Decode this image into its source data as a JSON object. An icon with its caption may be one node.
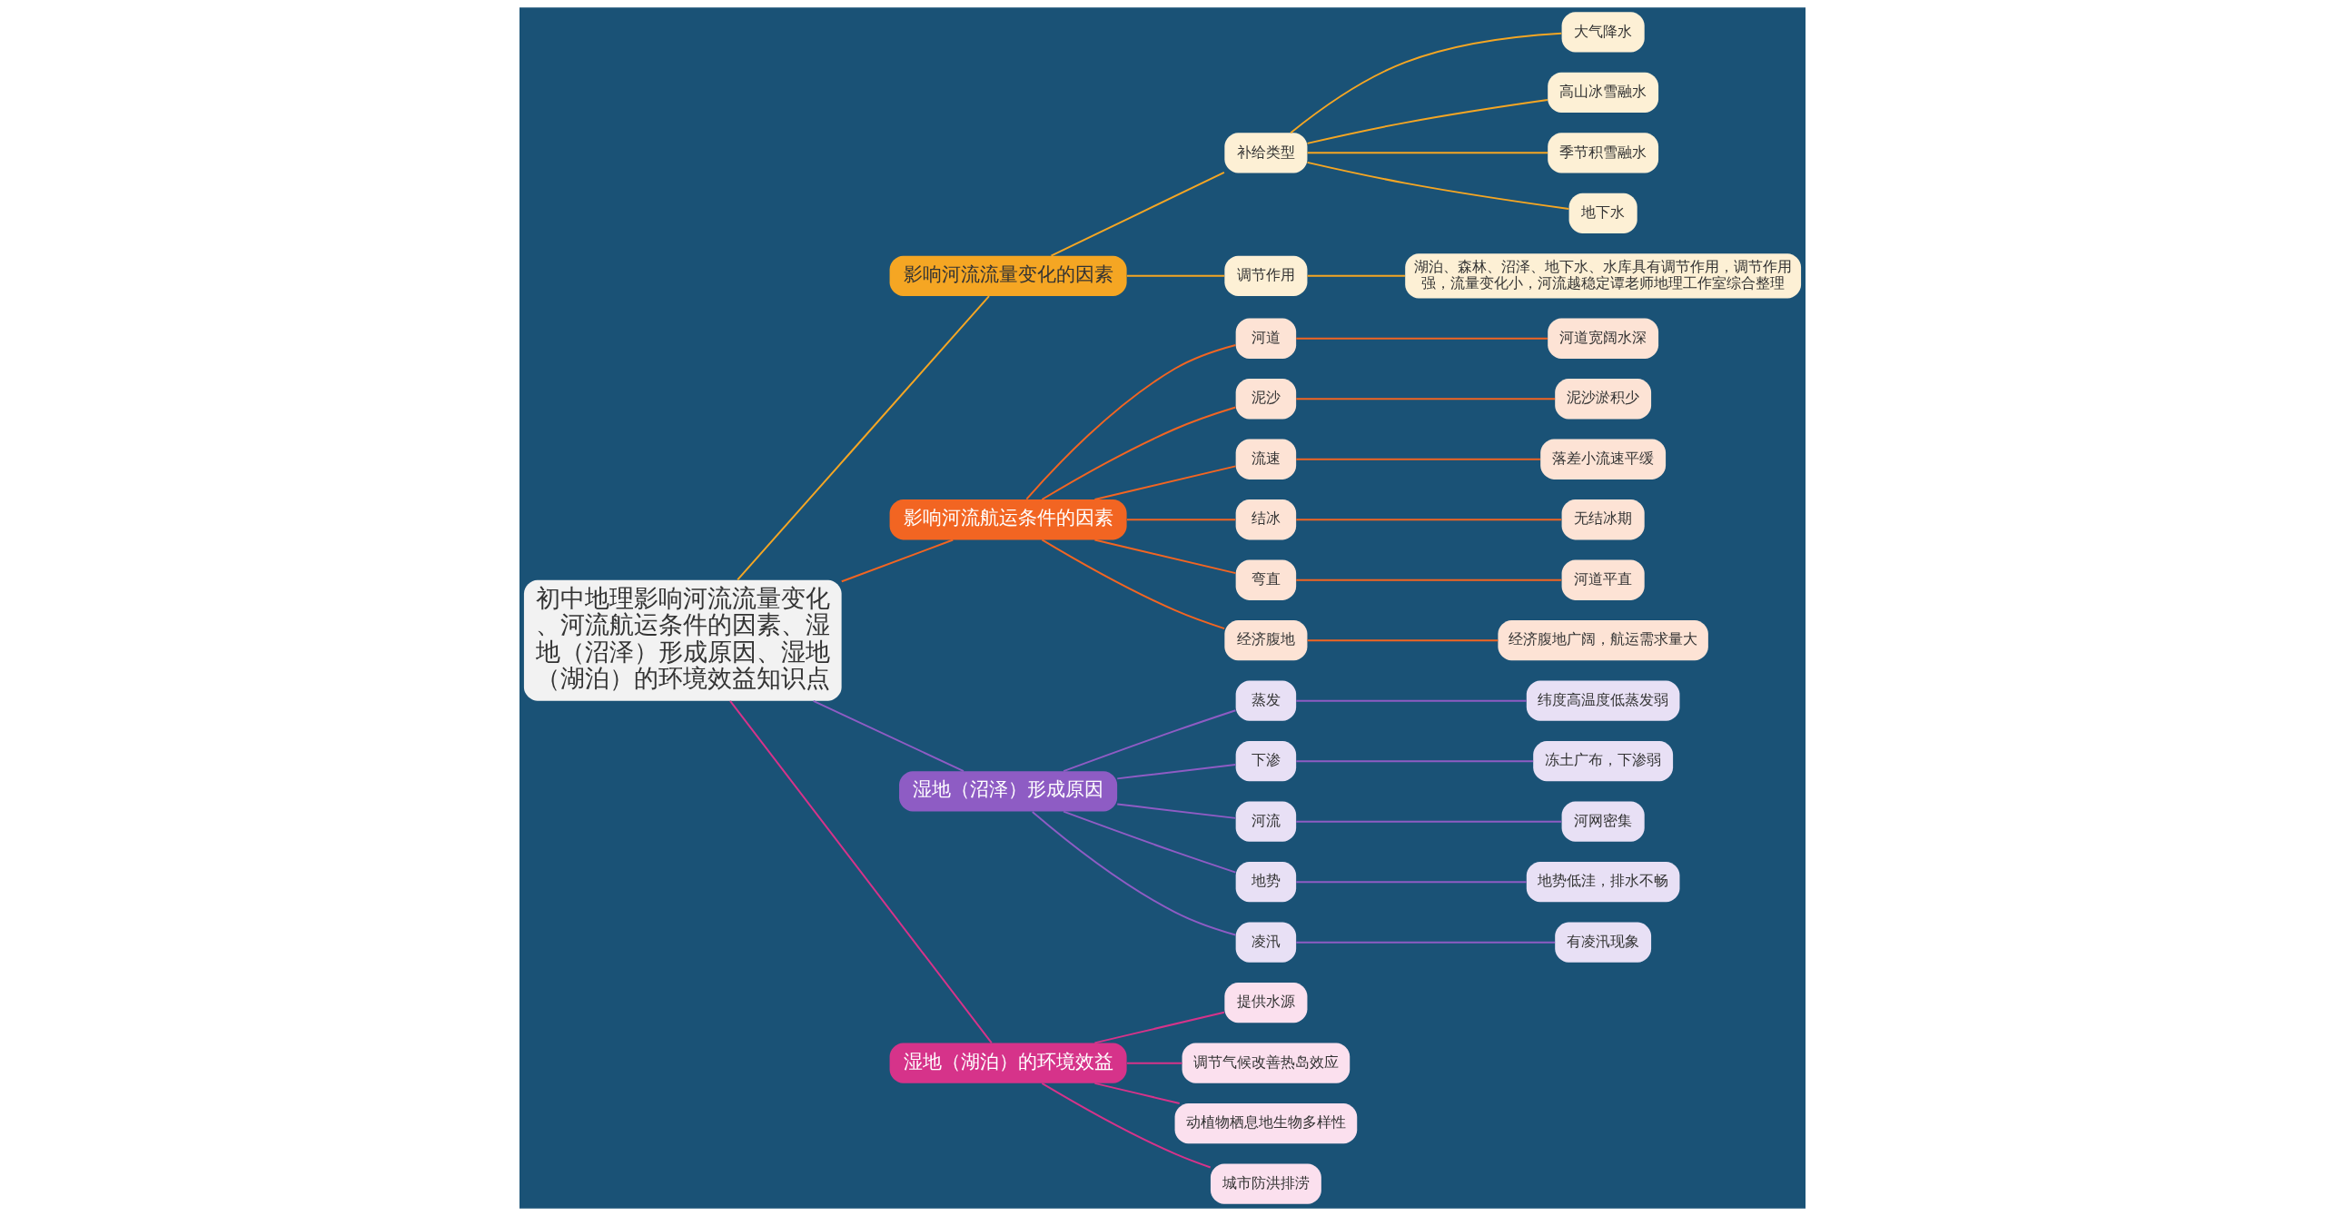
{
  "diagram": {
    "nodes": [
      {
        "text": [
          "初中地理影响河流流量变化、河流航运条件的因素、湿地（沼泽）形成原因、湿地（湖泊）的环境效益知识点"
        ]
      },
      {
        "text": [
          "影响河流流量变化的因素"
        ]
      },
      {
        "text": [
          "补给类型"
        ]
      },
      {
        "text": [
          "大气降水"
        ]
      },
      {
        "text": [
          "高山冰雪融水"
        ]
      },
      {
        "text": [
          "季节积雪融水"
        ]
      },
      {
        "text": [
          "地下水"
        ]
      },
      {
        "text": [
          "调节作用"
        ]
      },
      {
        "text": [
          "湖泊、森林、沼泽、地下水、水库具有调节作用，调节作用强，流量变化小，河流越稳定谭老师地理工作室综合整理"
        ]
      },
      {
        "text": [
          "影响河流航运条件的因素"
        ]
      },
      {
        "text": [
          "河道"
        ]
      },
      {
        "text": [
          "河道宽阔水深"
        ]
      },
      {
        "text": [
          "泥沙"
        ]
      },
      {
        "text": [
          "泥沙淤积少"
        ]
      },
      {
        "text": [
          "流速"
        ]
      },
      {
        "text": [
          "落差小流速平缓"
        ]
      },
      {
        "text": [
          "结冰"
        ]
      },
      {
        "text": [
          "无结冰期"
        ]
      },
      {
        "text": [
          "弯直"
        ]
      },
      {
        "text": [
          "河道平直"
        ]
      },
      {
        "text": [
          "经济腹地"
        ]
      },
      {
        "text": [
          "经济腹地广阔，航运需求量大"
        ]
      },
      {
        "text": [
          "湿地（沼泽）形成原因"
        ]
      },
      {
        "text": [
          "蒸发"
        ]
      },
      {
        "text": [
          "纬度高温度低蒸发弱"
        ]
      },
      {
        "text": [
          "下渗"
        ]
      },
      {
        "text": [
          "冻土广布，下渗弱"
        ]
      },
      {
        "text": [
          "河流"
        ]
      },
      {
        "text": [
          "河网密集"
        ]
      },
      {
        "text": [
          "地势"
        ]
      },
      {
        "text": [
          "地势低洼，排水不畅"
        ]
      },
      {
        "text": [
          "凌汛"
        ]
      },
      {
        "text": [
          "有凌汛现象"
        ]
      },
      {
        "text": [
          "湿地（湖泊）的环境效益"
        ]
      },
      {
        "text": [
          "提供水源"
        ]
      },
      {
        "text": [
          "调节气候改善热岛效应"
        ]
      },
      {
        "text": [
          "动植物栖息地生物多样性"
        ]
      },
      {
        "text": [
          "城市防洪排涝"
        ]
      }
    ],
    "edges": [
      {
        "from": 0,
        "to": 1,
        "arrow": "none",
        "color": "#f5a623"
      },
      {
        "from": 1,
        "to": 2,
        "arrow": "none",
        "color": "#f5a623"
      },
      {
        "from": 2,
        "to": 3,
        "arrow": "none",
        "color": "#f5a623"
      },
      {
        "from": 2,
        "to": 4,
        "arrow": "none",
        "color": "#f5a623"
      },
      {
        "from": 2,
        "to": 5,
        "arrow": "none",
        "color": "#f5a623"
      },
      {
        "from": 2,
        "to": 6,
        "arrow": "none",
        "color": "#f5a623"
      },
      {
        "from": 1,
        "to": 7,
        "arrow": "none",
        "color": "#f5a623"
      },
      {
        "from": 7,
        "to": 8,
        "arrow": "none",
        "color": "#f5a623"
      },
      {
        "from": 0,
        "to": 9,
        "arrow": "none",
        "color": "#f26522"
      },
      {
        "from": 9,
        "to": 10,
        "arrow": "none",
        "color": "#f26522"
      },
      {
        "from": 10,
        "to": 11,
        "arrow": "none",
        "color": "#f26522"
      },
      {
        "from": 9,
        "to": 12,
        "arrow": "none",
        "color": "#f26522"
      },
      {
        "from": 12,
        "to": 13,
        "arrow": "none",
        "color": "#f26522"
      },
      {
        "from": 9,
        "to": 14,
        "arrow": "none",
        "color": "#f26522"
      },
      {
        "from": 14,
        "to": 15,
        "arrow": "none",
        "color": "#f26522"
      },
      {
        "from": 9,
        "to": 16,
        "arrow": "none",
        "color": "#f26522"
      },
      {
        "from": 16,
        "to": 17,
        "arrow": "none",
        "color": "#f26522"
      },
      {
        "from": 9,
        "to": 18,
        "arrow": "none",
        "color": "#f26522"
      },
      {
        "from": 18,
        "to": 19,
        "arrow": "none",
        "color": "#f26522"
      },
      {
        "from": 9,
        "to": 20,
        "arrow": "none",
        "color": "#f26522"
      },
      {
        "from": 20,
        "to": 21,
        "arrow": "none",
        "color": "#f26522"
      },
      {
        "from": 0,
        "to": 22,
        "arrow": "none",
        "color": "#8e5cc4"
      },
      {
        "from": 22,
        "to": 23,
        "arrow": "none",
        "color": "#8e5cc4"
      },
      {
        "from": 23,
        "to": 24,
        "arrow": "none",
        "color": "#8e5cc4"
      },
      {
        "from": 22,
        "to": 25,
        "arrow": "none",
        "color": "#8e5cc4"
      },
      {
        "from": 25,
        "to": 26,
        "arrow": "none",
        "color": "#8e5cc4"
      },
      {
        "from": 22,
        "to": 27,
        "arrow": "none",
        "color": "#8e5cc4"
      },
      {
        "from": 27,
        "to": 28,
        "arrow": "none",
        "color": "#8e5cc4"
      },
      {
        "from": 22,
        "to": 29,
        "arrow": "none",
        "color": "#8e5cc4"
      },
      {
        "from": 29,
        "to": 30,
        "arrow": "none",
        "color": "#8e5cc4"
      },
      {
        "from": 22,
        "to": 31,
        "arrow": "none",
        "color": "#8e5cc4"
      },
      {
        "from": 31,
        "to": 32,
        "arrow": "none",
        "color": "#8e5cc4"
      },
      {
        "from": 0,
        "to": 33,
        "arrow": "none",
        "color": "#d6338a"
      },
      {
        "from": 33,
        "to": 34,
        "arrow": "none",
        "color": "#d6338a"
      },
      {
        "from": 33,
        "to": 35,
        "arrow": "none",
        "color": "#d6338a"
      },
      {
        "from": 33,
        "to": 36,
        "arrow": "none",
        "color": "#d6338a"
      },
      {
        "from": 33,
        "to": 37,
        "arrow": "none",
        "color": "#d6338a"
      }
    ]
  }
}
